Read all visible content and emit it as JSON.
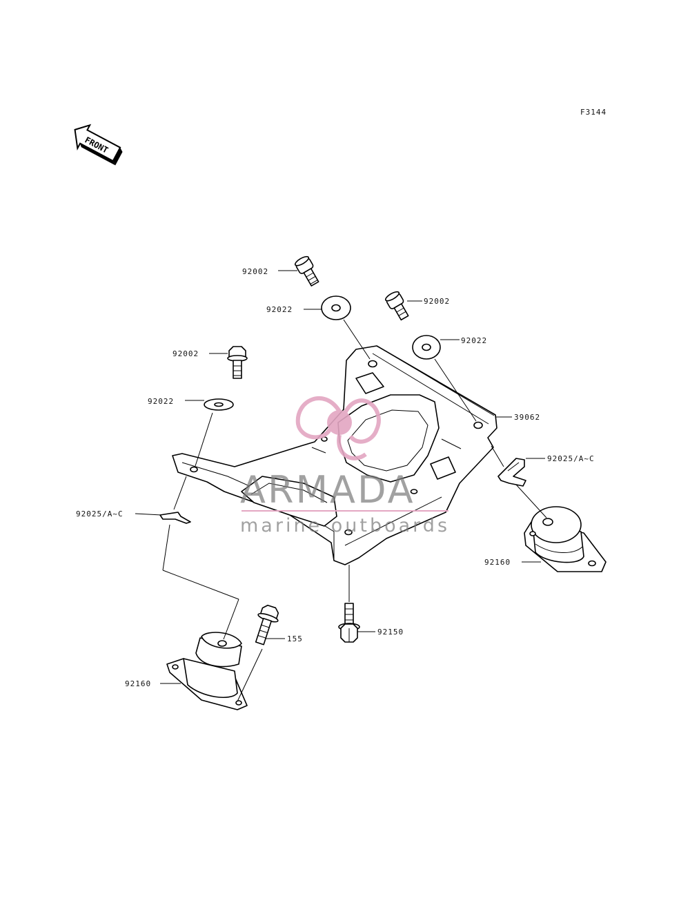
{
  "figure_code": "F3144",
  "front_arrow_label": "FRONT",
  "watermark": {
    "brand": "ARMADA",
    "tagline": "marine outboards",
    "color": "#e3a6c2"
  },
  "labels": {
    "bolt_top_left": "92002",
    "washer_top_left": "92022",
    "bolt_top_right": "92002",
    "washer_top_right": "92022",
    "bolt_mid_left": "92002",
    "washer_mid_left": "92022",
    "bracket": "39062",
    "clip_right": "92025/A~C",
    "clip_left": "92025/A~C",
    "mount_right": "92160",
    "bolt_bottom": "92150",
    "bolt_small": "155",
    "mount_left": "92160"
  }
}
